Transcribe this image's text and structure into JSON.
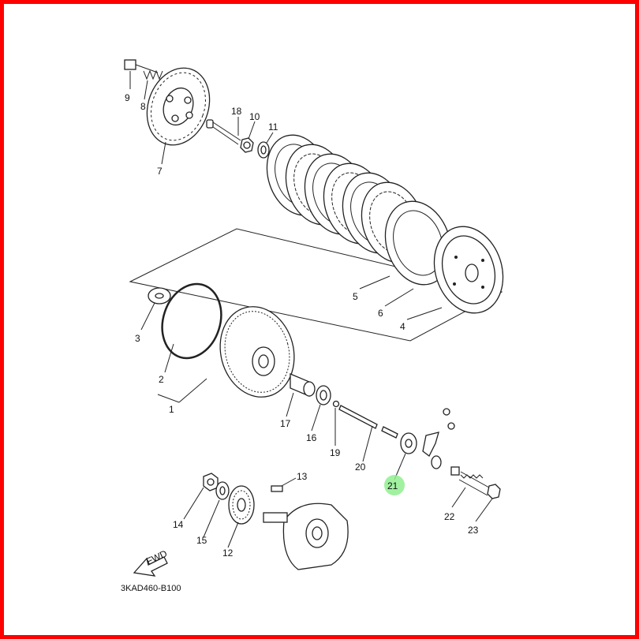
{
  "frame": {
    "border_color": "#ff0000",
    "highlight_color": "#90ee90"
  },
  "diagram": {
    "code": "3KAD460-B100",
    "fwd_label": "FWD",
    "labels": {
      "p1": "1",
      "p2": "2",
      "p3": "3",
      "p4": "4",
      "p5": "5",
      "p6": "6",
      "p7": "7",
      "p8": "8",
      "p9": "9",
      "p10": "10",
      "p11": "11",
      "p12": "12",
      "p13": "13",
      "p14": "14",
      "p15": "15",
      "p16": "16",
      "p17": "17",
      "p18": "18",
      "p19": "19",
      "p20": "20",
      "p21": "21",
      "p22": "22",
      "p23": "23"
    },
    "highlighted_part": "21"
  }
}
